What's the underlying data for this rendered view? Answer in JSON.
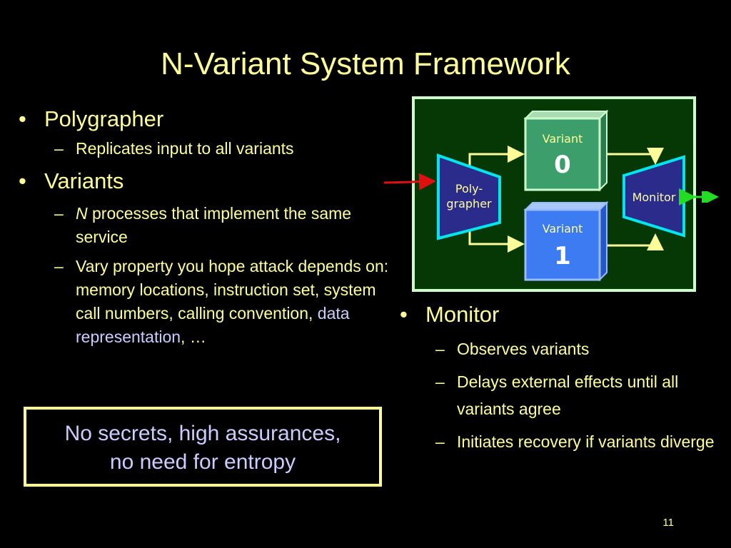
{
  "title": "N-Variant System Framework",
  "left": {
    "polygrapher": {
      "bullet": "•",
      "label": "Polygrapher",
      "sub": [
        {
          "dash": "–",
          "text": "Replicates input to all variants"
        }
      ]
    },
    "variants": {
      "bullet": "•",
      "label": "Variants",
      "sub1": {
        "dash": "–",
        "italic": "N",
        "text": " processes that implement the same service"
      },
      "sub2": {
        "dash": "–",
        "text": "Vary property you hope attack depends on: memory locations, instruction set, system call numbers, calling convention, ",
        "highlight": "data representation",
        "tail": ", …"
      }
    }
  },
  "note": {
    "line1": "No secrets, high assurances,",
    "line2": "no need for entropy"
  },
  "diagram": {
    "polygrapher_line1": "Poly-",
    "polygrapher_line2": "grapher",
    "variant0_label": "Variant",
    "variant0_num": "0",
    "variant1_label": "Variant",
    "variant1_num": "1",
    "monitor_label": "Monitor",
    "colors": {
      "panel_fill": "#063806",
      "panel_border": "#CCFFCC",
      "variant0_front": "#3C9E6A",
      "variant1_front": "#3D7BF2",
      "trapezoid_fill": "#2B2B8C",
      "trapezoid_border": "#00E5EE",
      "input_arrow": "#E01010",
      "output_arrow": "#22DD22",
      "connector": "#FFFF99"
    }
  },
  "monitor": {
    "bullet": "•",
    "label": "Monitor",
    "sub": [
      {
        "dash": "–",
        "text": "Observes variants"
      },
      {
        "dash": "–",
        "text": "Delays external effects until all variants agree"
      },
      {
        "dash": "–",
        "text": "Initiates recovery if variants diverge"
      }
    ]
  },
  "page_number": "11"
}
